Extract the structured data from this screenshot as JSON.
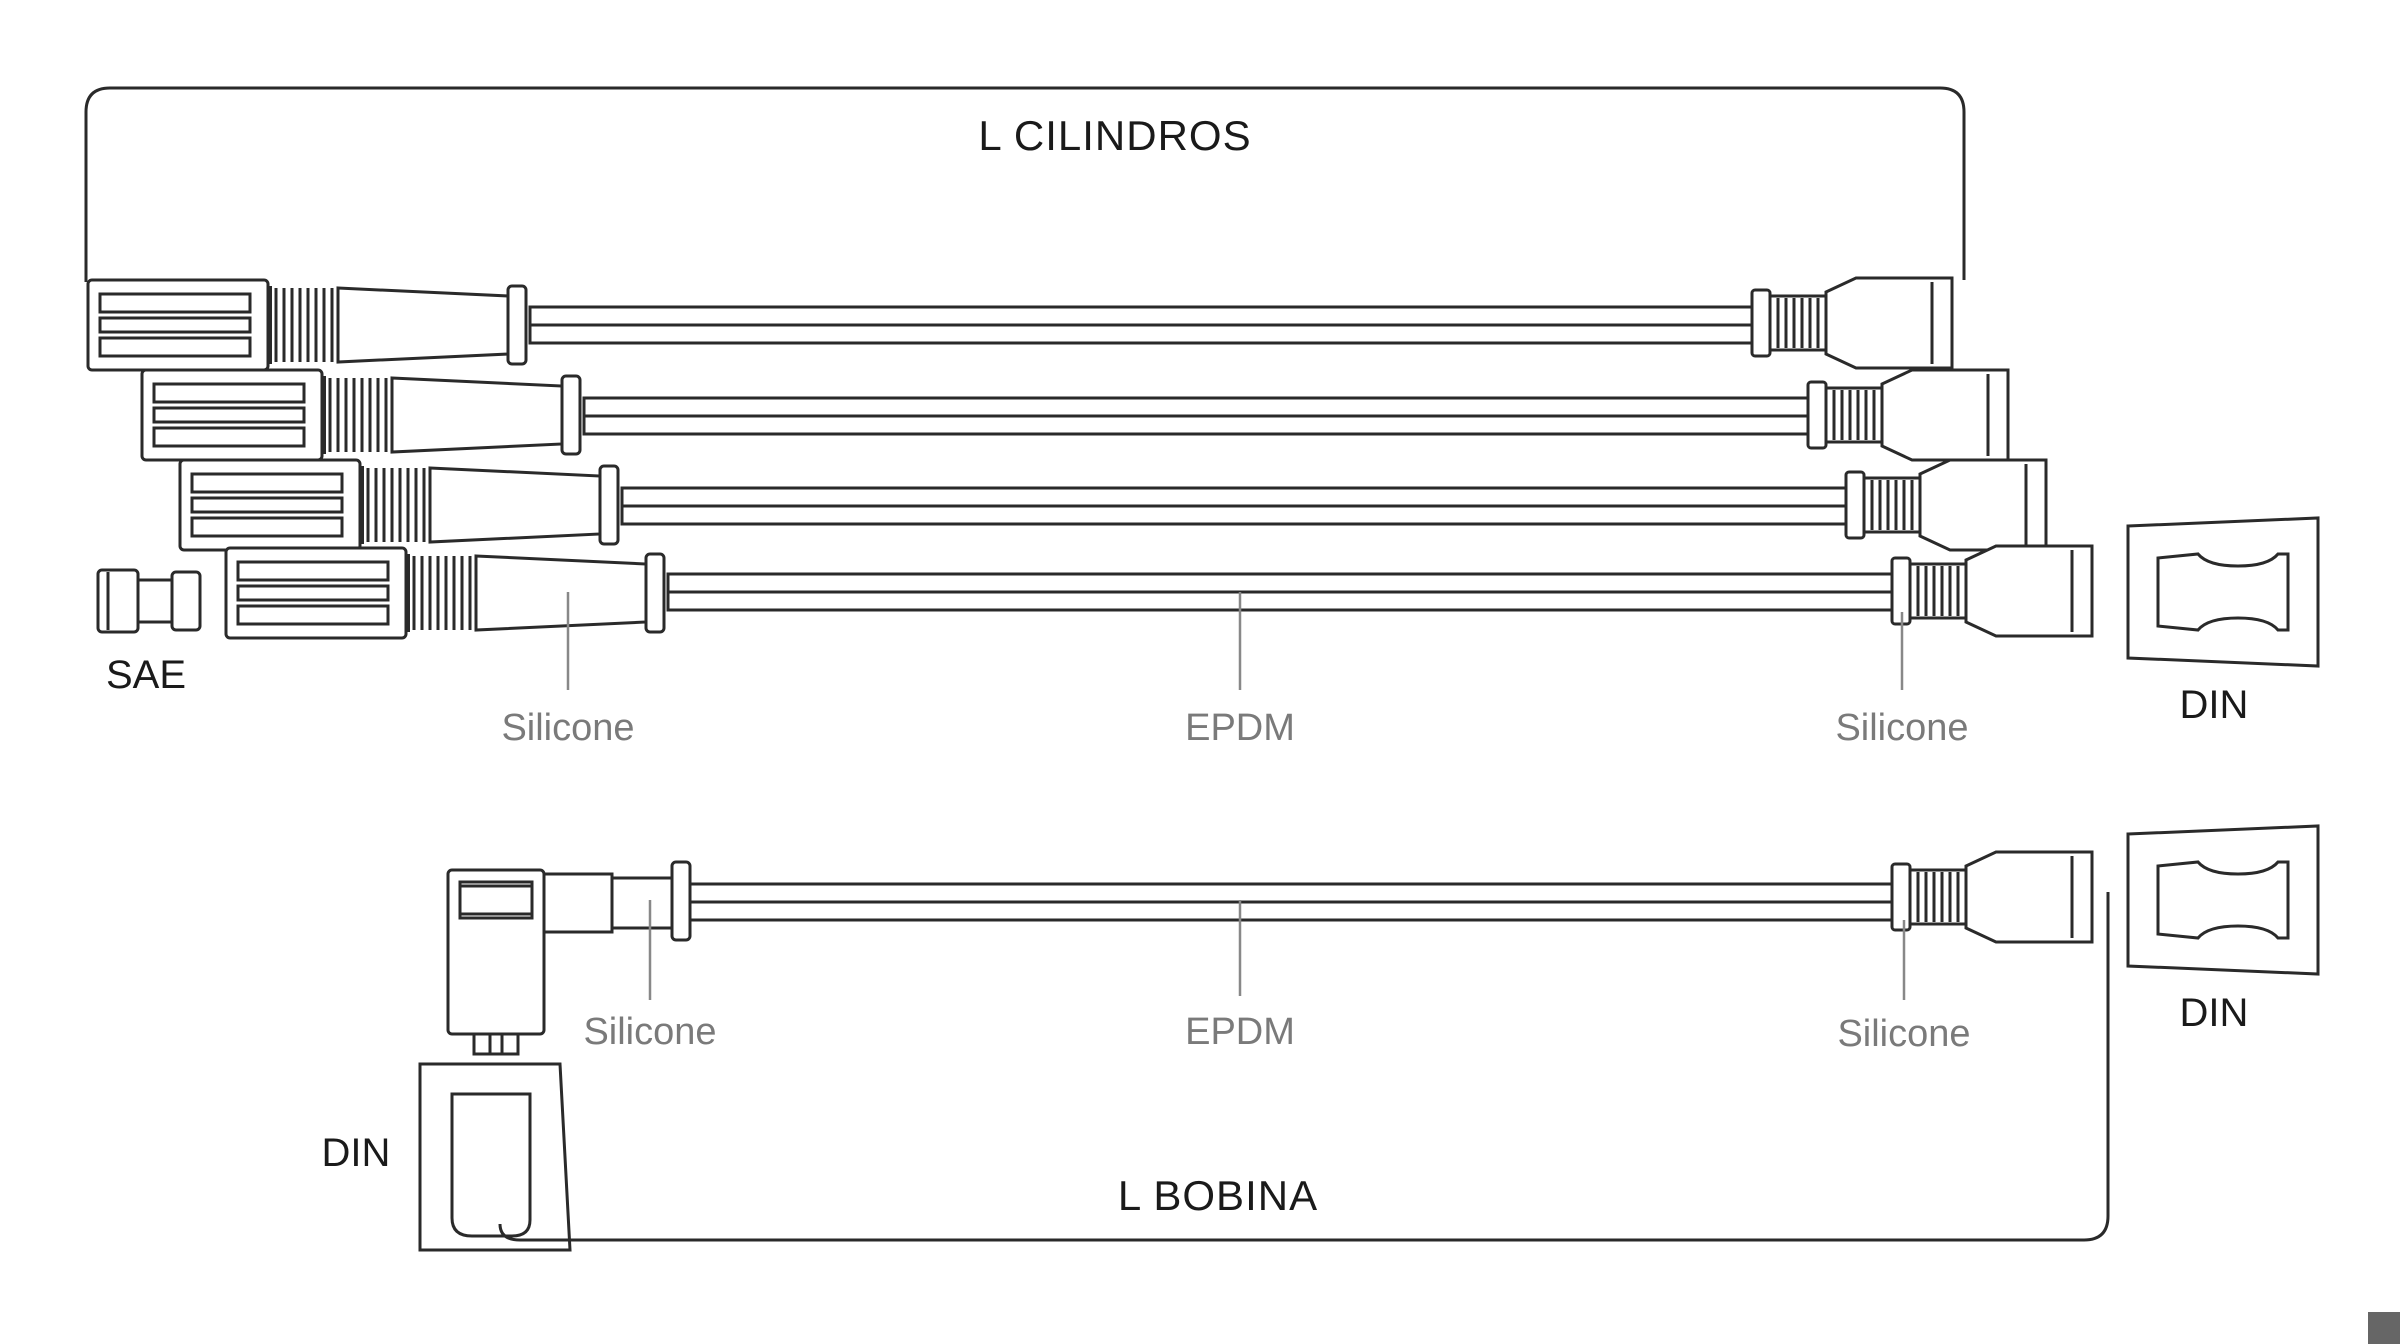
{
  "labels": {
    "cylinders": "L  CILINDROS",
    "coil": "L  BOBINA",
    "sae": "SAE",
    "din_top": "DIN",
    "din_bottom": "DIN",
    "din_left": "DIN",
    "silicone_left_top": "Silicone",
    "epdm_top": "EPDM",
    "silicone_right_top": "Silicone",
    "silicone_left_bottom": "Silicone",
    "epdm_bottom": "EPDM",
    "silicone_right_bottom": "Silicone"
  },
  "colors": {
    "line": "#2a2a2a",
    "material_label": "#7a7a7a"
  }
}
